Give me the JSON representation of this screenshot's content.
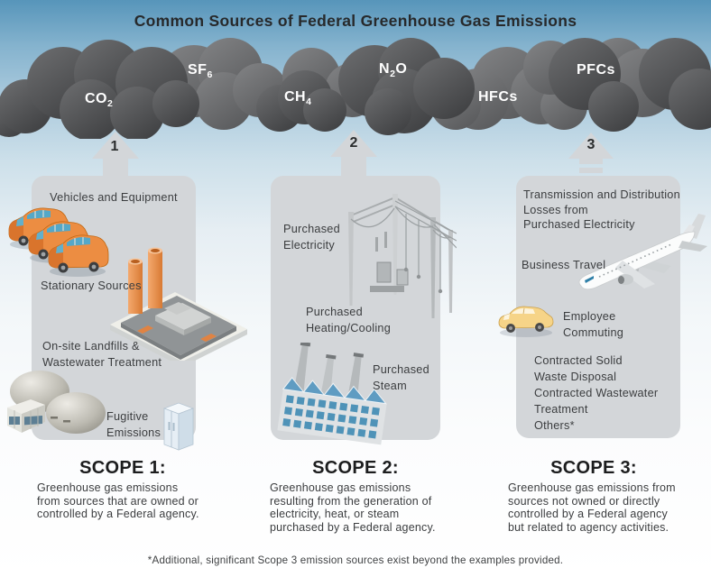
{
  "title": "Common Sources of Federal Greenhouse Gas Emissions",
  "gases": [
    {
      "pre": "CO",
      "sub": "2",
      "post": ""
    },
    {
      "pre": "SF",
      "sub": "6",
      "post": ""
    },
    {
      "pre": "CH",
      "sub": "4",
      "post": ""
    },
    {
      "pre": "N",
      "sub": "2",
      "post": "O"
    },
    {
      "pre": "HFCs",
      "sub": "",
      "post": ""
    },
    {
      "pre": "PFCs",
      "sub": "",
      "post": ""
    }
  ],
  "arrows": [
    {
      "label": "1",
      "style": "solid"
    },
    {
      "label": "2",
      "style": "solid"
    },
    {
      "label": "3",
      "style": "dashed"
    }
  ],
  "panels": [
    {
      "heading": "SCOPE 1:",
      "description": "Greenhouse gas emissions\nfrom sources that are owned or\ncontrolled by a Federal agency.",
      "items": [
        {
          "label": "Vehicles and Equipment",
          "icon": "fleet-vans-icon"
        },
        {
          "label": "Stationary Sources",
          "icon": "factory-smokestacks-icon"
        },
        {
          "label": "On-site Landfills &\nWastewater Treatment",
          "icon": "landfill-domes-icon"
        },
        {
          "label": "Fugitive\nEmissions",
          "icon": "refrigerator-icon"
        }
      ]
    },
    {
      "heading": "SCOPE 2:",
      "description": "Greenhouse gas emissions\nresulting from the generation of\nelectricity, heat, or steam\npurchased by a Federal agency.",
      "items": [
        {
          "label": "Purchased\nElectricity",
          "icon": "power-substation-icon"
        },
        {
          "label": "Purchased\nHeating/Cooling",
          "icon": "steam-plant-icon"
        },
        {
          "label": "Purchased\nSteam",
          "icon": "steam-plant-icon"
        }
      ]
    },
    {
      "heading": "SCOPE 3:",
      "description": "Greenhouse gas emissions from\nsources not owned or directly\ncontrolled by a Federal agency\nbut related to agency activities.",
      "items": [
        {
          "label": "Transmission and Distribution\nLosses from\nPurchased Electricity"
        },
        {
          "label": "Business Travel",
          "icon": "airplane-icon"
        },
        {
          "label": "Employee\nCommuting",
          "icon": "commuter-car-icon"
        },
        {
          "label": "Contracted Solid\nWaste Disposal"
        },
        {
          "label": "Contracted Wastewater\nTreatment"
        },
        {
          "label": "Others*"
        }
      ]
    }
  ],
  "footnote": "*Additional, significant Scope 3 emission sources exist beyond the examples provided.",
  "colors": {
    "sky_top": "#5795ba",
    "sky_bottom": "#ffffff",
    "cloud_dark": "#4a4b4d",
    "cloud_medium": "#6b6c6e",
    "panel_gray": "#d3d6d9",
    "text_gray": "#3b3d3f",
    "heading_black": "#1c1d1e",
    "gas_label_white": "#ffffff",
    "van_orange": "#e8853c",
    "roof_blue": "#5f9cc2",
    "car_yellow": "#f5d283"
  }
}
